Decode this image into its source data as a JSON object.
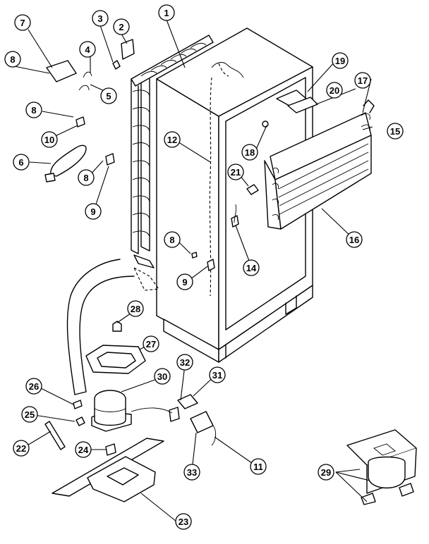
{
  "callouts": [
    {
      "id": "1",
      "label": "1"
    },
    {
      "id": "2",
      "label": "2"
    },
    {
      "id": "3",
      "label": "3"
    },
    {
      "id": "4",
      "label": "4"
    },
    {
      "id": "5",
      "label": "5"
    },
    {
      "id": "6",
      "label": "6"
    },
    {
      "id": "7",
      "label": "7"
    },
    {
      "id": "8a",
      "label": "8"
    },
    {
      "id": "8b",
      "label": "8"
    },
    {
      "id": "8c",
      "label": "8"
    },
    {
      "id": "8d",
      "label": "8"
    },
    {
      "id": "9a",
      "label": "9"
    },
    {
      "id": "9b",
      "label": "9"
    },
    {
      "id": "10",
      "label": "10"
    },
    {
      "id": "11",
      "label": "11"
    },
    {
      "id": "12",
      "label": "12"
    },
    {
      "id": "14",
      "label": "14"
    },
    {
      "id": "15",
      "label": "15"
    },
    {
      "id": "16",
      "label": "16"
    },
    {
      "id": "17",
      "label": "17"
    },
    {
      "id": "18",
      "label": "18"
    },
    {
      "id": "19",
      "label": "19"
    },
    {
      "id": "20",
      "label": "20"
    },
    {
      "id": "21",
      "label": "21"
    },
    {
      "id": "22",
      "label": "22"
    },
    {
      "id": "23",
      "label": "23"
    },
    {
      "id": "24",
      "label": "24"
    },
    {
      "id": "25",
      "label": "25"
    },
    {
      "id": "26",
      "label": "26"
    },
    {
      "id": "27",
      "label": "27"
    },
    {
      "id": "28",
      "label": "28"
    },
    {
      "id": "29",
      "label": "29"
    },
    {
      "id": "30",
      "label": "30"
    },
    {
      "id": "31",
      "label": "31"
    },
    {
      "id": "32",
      "label": "32"
    },
    {
      "id": "33",
      "label": "33"
    }
  ]
}
